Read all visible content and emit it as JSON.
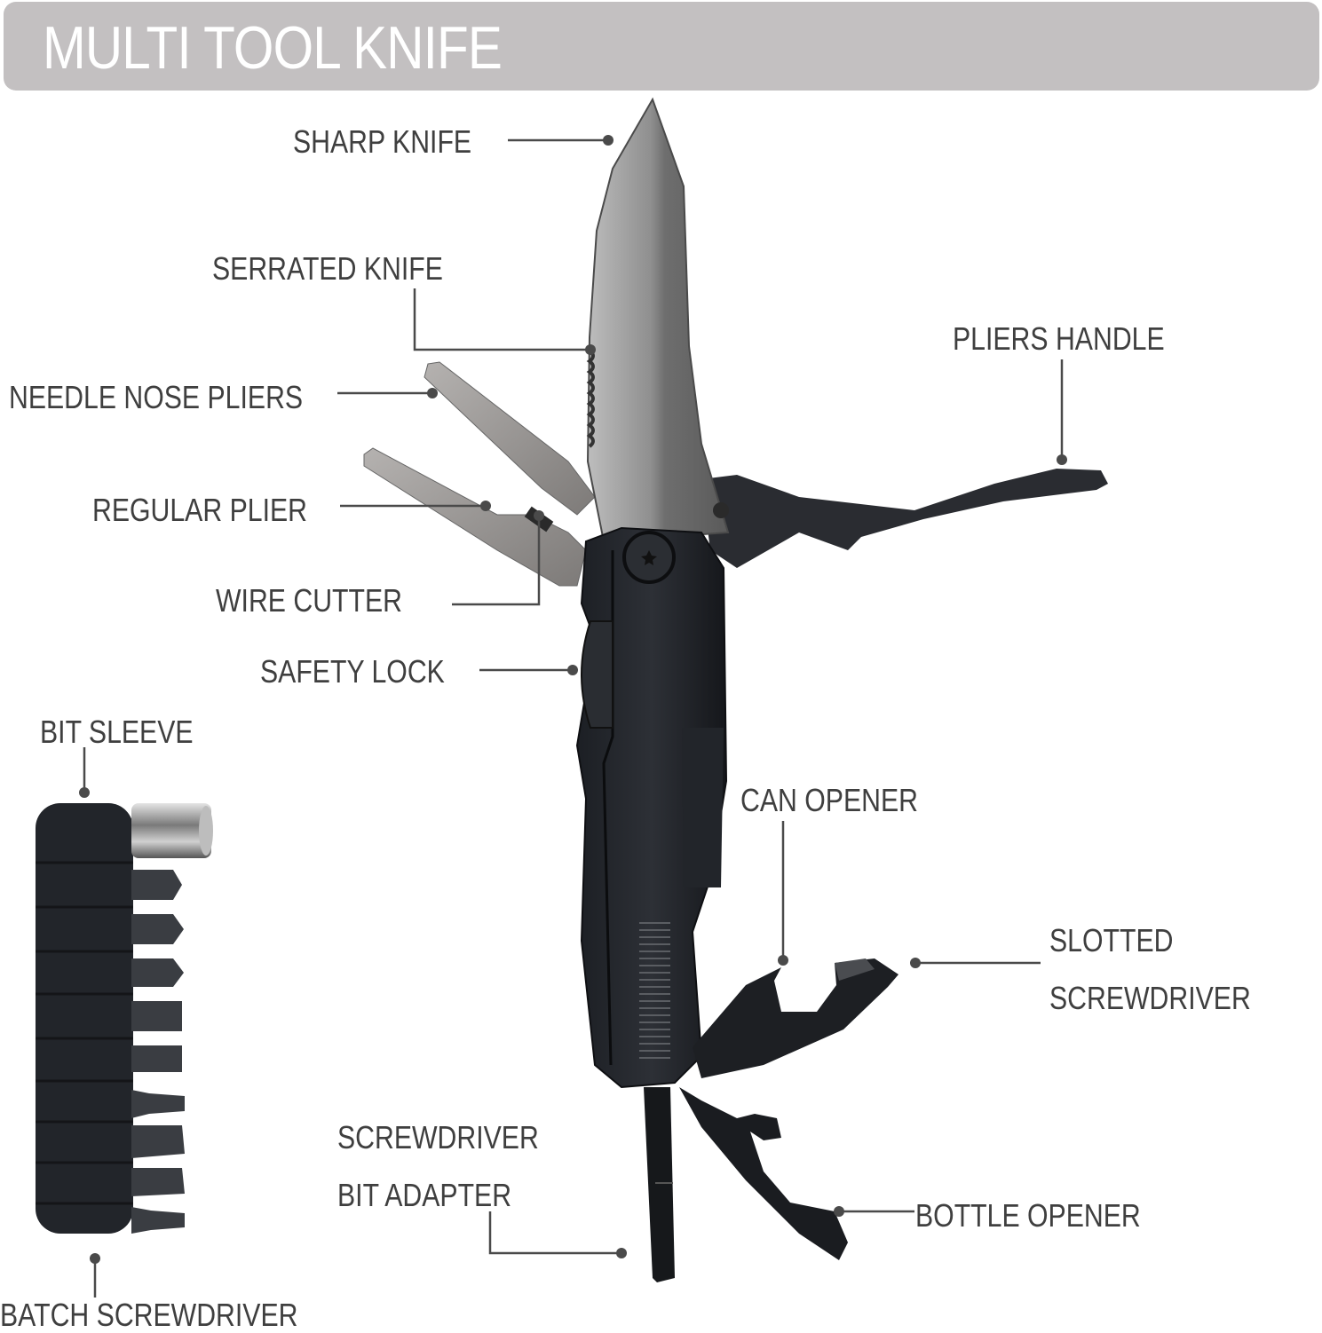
{
  "header": {
    "title": "MULTI TOOL KNIFE",
    "background": "#c3c0c1",
    "text_color": "#ffffff"
  },
  "label_color": "#3f3f3f",
  "callouts": [
    {
      "id": "sharp-knife",
      "label": "SHARP KNIFE"
    },
    {
      "id": "serrated-knife",
      "label": "SERRATED KNIFE"
    },
    {
      "id": "needle-nose-pliers",
      "label": "NEEDLE NOSE PLIERS"
    },
    {
      "id": "regular-plier",
      "label": "REGULAR PLIER"
    },
    {
      "id": "wire-cutter",
      "label": "WIRE CUTTER"
    },
    {
      "id": "safety-lock",
      "label": "SAFETY LOCK"
    },
    {
      "id": "pliers-handle",
      "label": "PLIERS HANDLE"
    },
    {
      "id": "bit-sleeve",
      "label": "BIT SLEEVE"
    },
    {
      "id": "can-opener",
      "label": "CAN OPENER"
    },
    {
      "id": "slotted-screwdriver",
      "label_line1": "SLOTTED",
      "label_line2": "SCREWDRIVER"
    },
    {
      "id": "screwdriver-bit-adapter",
      "label_line1": "SCREWDRIVER",
      "label_line2": "BIT ADAPTER"
    },
    {
      "id": "bottle-opener",
      "label": "BOTTLE OPENER"
    },
    {
      "id": "batch-screwdriver",
      "label": "BATCH SCREWDRIVER"
    }
  ],
  "bit_set": {
    "bit_count": 9,
    "sleeve_count": 1
  }
}
